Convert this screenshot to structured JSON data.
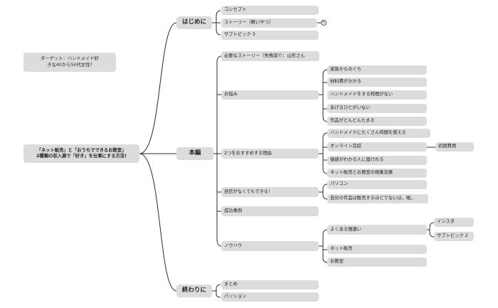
{
  "root": {
    "text": "「ネット販売」と「おうちでできるお教室」\n2種類の収入源で「好き」を仕事にする方法!"
  },
  "note": {
    "text": "ターゲット：ハンドメイド好\nきな40から50代女性?"
  },
  "sections": {
    "intro": "はじめに",
    "main": "本編",
    "end": "終わりに"
  },
  "intro_items": [
    "コンセプト",
    "ストーリー（軽いやつ）",
    "サブトピック 3"
  ],
  "intro_marker": "①",
  "main_items": {
    "story": "必要なストーリー（失敗談?）：山形さん",
    "worry": "お悩み",
    "reasons": "2つをおすすめする理由",
    "confidence": "自信がなくてもできる!",
    "cases": "成功事例",
    "knowhow": "ノウハウ"
  },
  "worry_items": [
    "家族からのぐち",
    "材料費がかかる",
    "ハンドメイドをする時間がない",
    "あげるひとがいない",
    "作品がどんどんたまる"
  ],
  "reason_items": [
    "ハンドメイドにたくさん時間を使える",
    "オンライン完結",
    "価値がわかる人に届けれる",
    "ネット販売とお教室の相乗効果"
  ],
  "reason_sub": "初期費用",
  "confidence_items": [
    "パソコン",
    "自分の作品は販売するほどでないは、嘘。"
  ],
  "knowhow_items": [
    "よくある間違い",
    "ネット販売",
    "お教室"
  ],
  "mistake_items": [
    "インスタ",
    "サブトピック 2"
  ],
  "end_items": [
    "まとめ",
    "パッション"
  ]
}
